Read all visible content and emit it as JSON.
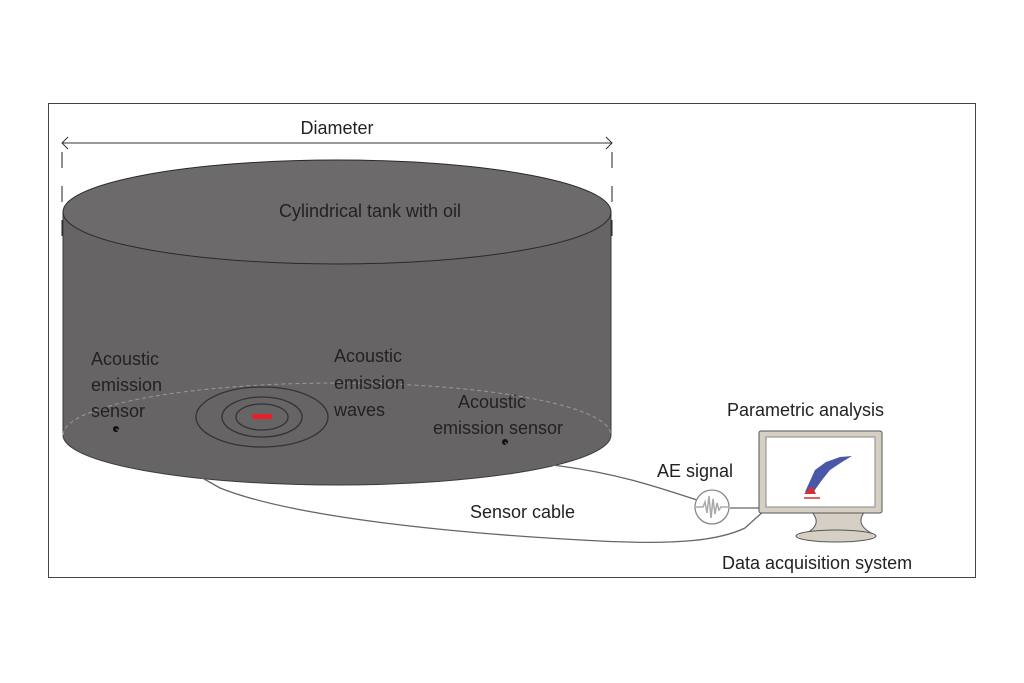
{
  "diagram": {
    "diameter_label": "Diameter",
    "tank_label": "Cylindrical tank with oil",
    "left_sensor_label": [
      "Acoustic",
      "emission",
      "sensor"
    ],
    "waves_label": [
      "Acoustic",
      "emission",
      "waves"
    ],
    "right_sensor_label": [
      "Acoustic",
      "emission sensor"
    ],
    "parametric_label": "Parametric analysis",
    "ae_signal_label": "AE signal",
    "cable_label": "Sensor cable",
    "daq_label": "Data acquisition system"
  },
  "colors": {
    "tank": "#666464",
    "tank_edge": "#3a3a3a",
    "source": "#e8202a",
    "monitor": "#d6d0c4",
    "scatter_primary": "#2a3a9a",
    "scatter_secondary": "#d43030"
  }
}
